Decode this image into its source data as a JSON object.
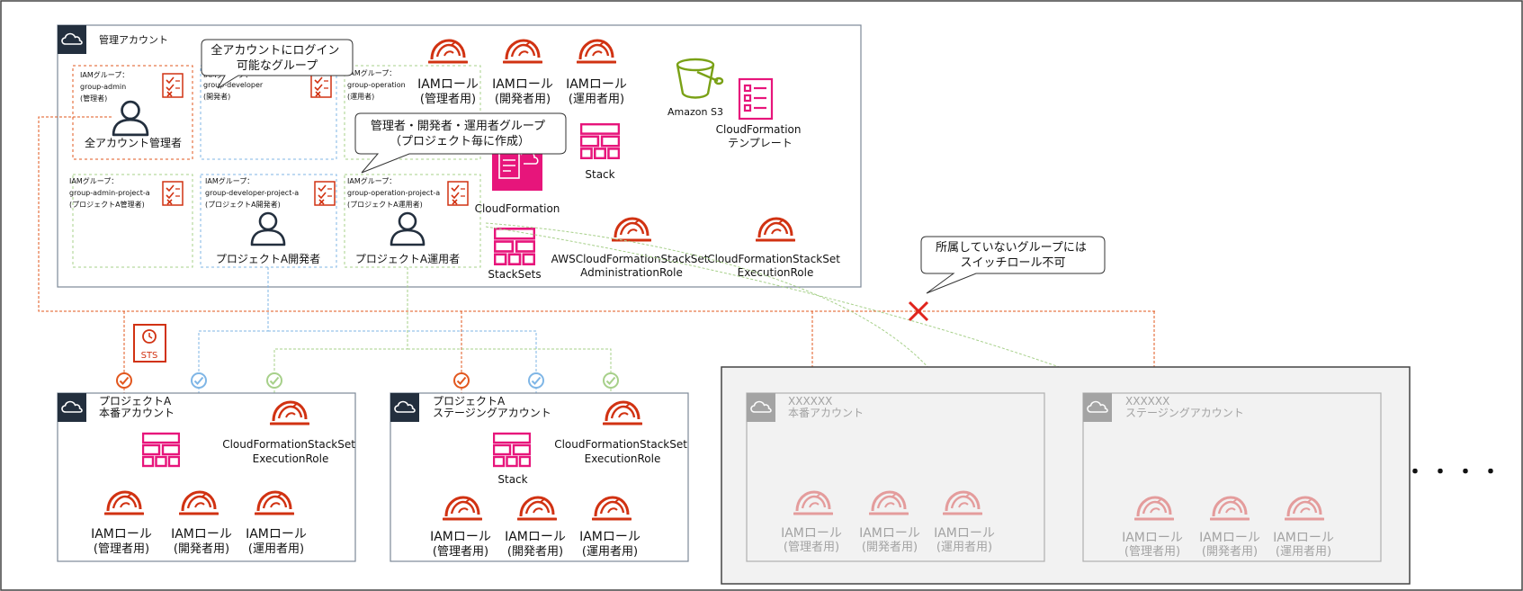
{
  "colors": {
    "admin_line": "#e2571e",
    "developer_line": "#7fb6e6",
    "operation_line": "#a7d08a",
    "aws_pink": "#e7157b",
    "iam_red": "#d13212",
    "s3_green": "#7aa116",
    "cloud_header": "#232f3e",
    "deny_red": "#e0241c",
    "disabled_bg": "#f2f2f2"
  },
  "dots": "・・・・",
  "management": {
    "title": "管理アカウント",
    "callout_login": [
      "全アカウントにログイン",
      "可能なグループ"
    ],
    "callout_groups": [
      "管理者・開発者・運用者グループ",
      "（プロジェクト毎に作成）"
    ],
    "group_admin": {
      "label": [
        "IAMグループ：",
        "group-admin",
        "(管理者)"
      ],
      "user": "全アカウント管理者"
    },
    "group_developer": {
      "label": [
        "IAMグループ：",
        "group-developer",
        "(開発者)"
      ]
    },
    "group_operation": {
      "label": [
        "IAMグループ：",
        "group-operation",
        "(運用者)"
      ]
    },
    "group_admin_a": {
      "label": [
        "IAMグループ：",
        "group-admin-project-a",
        "(プロジェクトA管理者)"
      ]
    },
    "group_developer_a": {
      "label": [
        "IAMグループ：",
        "group-developer-project-a",
        "(プロジェクトA開発者)"
      ],
      "user": "プロジェクトA開発者"
    },
    "group_operation_a": {
      "label": [
        "IAMグループ：",
        "group-operation-project-a",
        "(プロジェクトA運用者)"
      ],
      "user": "プロジェクトA運用者"
    },
    "iam_roles": [
      {
        "name": "IAMロール",
        "sub": "(管理者用)"
      },
      {
        "name": "IAMロール",
        "sub": "(開発者用)"
      },
      {
        "name": "IAMロール",
        "sub": "(運用者用)"
      }
    ],
    "s3": "Amazon S3",
    "cfn_template": [
      "CloudFormation",
      "テンプレート"
    ],
    "stack": "Stack",
    "cloudformation": "CloudFormation",
    "stacksets": "StackSets",
    "admin_role": [
      "AWSCloudFormationStackSet",
      "AdministrationRole"
    ],
    "exec_role": [
      "CloudFormationStackSet",
      "ExecutionRole"
    ]
  },
  "callout_deny": [
    "所属していないグループには",
    "スイッチロール不可"
  ],
  "sts": "STS",
  "accounts": [
    {
      "title": [
        "プロジェクトA",
        "本番アカウント"
      ],
      "exec_role": [
        "CloudFormationStackSet",
        "ExecutionRole"
      ],
      "stack": "",
      "roles": [
        {
          "name": "IAMロール",
          "sub": "(管理者用)"
        },
        {
          "name": "IAMロール",
          "sub": "(開発者用)"
        },
        {
          "name": "IAMロール",
          "sub": "(運用者用)"
        }
      ]
    },
    {
      "title": [
        "プロジェクトA",
        "ステージングアカウント"
      ],
      "exec_role": [
        "CloudFormationStackSet",
        "ExecutionRole"
      ],
      "stack": "Stack",
      "roles": [
        {
          "name": "IAMロール",
          "sub": "(管理者用)"
        },
        {
          "name": "IAMロール",
          "sub": "(開発者用)"
        },
        {
          "name": "IAMロール",
          "sub": "(運用者用)"
        }
      ]
    },
    {
      "title": [
        "XXXXXX",
        "本番アカウント"
      ],
      "roles": [
        {
          "name": "IAMロール",
          "sub": "(管理者用)"
        },
        {
          "name": "IAMロール",
          "sub": "(開発者用)"
        },
        {
          "name": "IAMロール",
          "sub": "(運用者用)"
        }
      ]
    },
    {
      "title": [
        "XXXXXX",
        "ステージングアカウント"
      ],
      "roles": [
        {
          "name": "IAMロール",
          "sub": "(管理者用)"
        },
        {
          "name": "IAMロール",
          "sub": "(開発者用)"
        },
        {
          "name": "IAMロール",
          "sub": "(運用者用)"
        }
      ]
    }
  ]
}
